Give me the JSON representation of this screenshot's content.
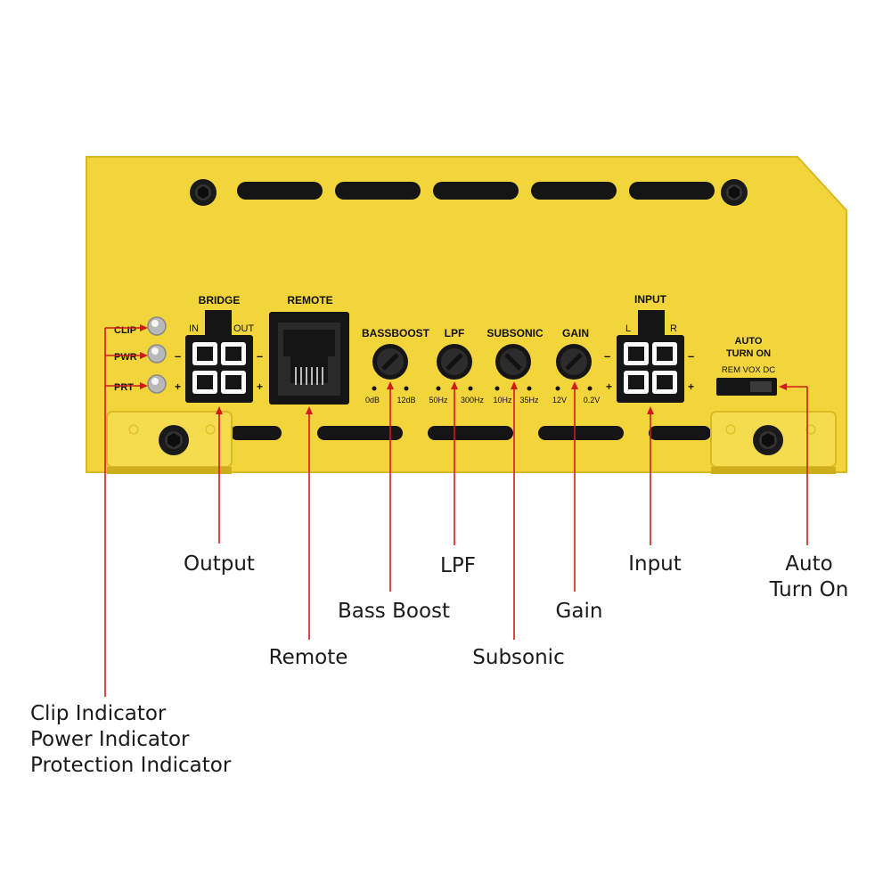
{
  "colors": {
    "chassis": "#f2d43b",
    "chassis_shade": "#e3c22a",
    "panel_black": "#151515",
    "leader_red": "#d11a1a",
    "led_silver": "#cfcfcf"
  },
  "panel": {
    "bridge_title": "BRIDGE",
    "bridge_in": "IN",
    "bridge_out": "OUT",
    "remote_title": "REMOTE",
    "input_title": "INPUT",
    "input_l": "L",
    "input_r": "R",
    "auto_title_1": "AUTO",
    "auto_title_2": "TURN ON",
    "auto_modes": "REM VOX DC",
    "minus": "–",
    "plus": "+",
    "leds": [
      {
        "label": "CLIP"
      },
      {
        "label": "PWR"
      },
      {
        "label": "PRT"
      }
    ],
    "knobs": [
      {
        "label": "BASSBOOST",
        "min": "0dB",
        "max": "12dB"
      },
      {
        "label": "LPF",
        "min": "50Hz",
        "max": "300Hz"
      },
      {
        "label": "SUBSONIC",
        "min": "10Hz",
        "max": "35Hz"
      },
      {
        "label": "GAIN",
        "min": "12V",
        "max": "0.2V"
      }
    ]
  },
  "callouts": {
    "output": "Output",
    "remote": "Remote",
    "bass_boost": "Bass Boost",
    "lpf": "LPF",
    "subsonic": "Subsonic",
    "gain": "Gain",
    "input": "Input",
    "auto_turn_on_1": "Auto",
    "auto_turn_on_2": "Turn On",
    "indicators": [
      "Clip Indicator",
      "Power Indicator",
      "Protection Indicator"
    ]
  }
}
